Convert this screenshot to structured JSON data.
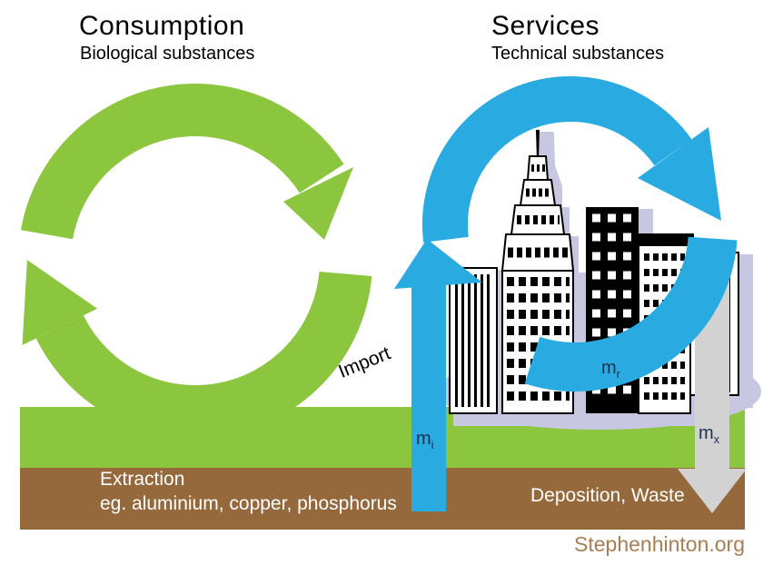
{
  "diagram": {
    "left": {
      "title": "Consumption",
      "subtitle": "Biological substances"
    },
    "right": {
      "title": "Services",
      "subtitle": "Technical substances"
    },
    "ground": {
      "extraction_title": "Extraction",
      "extraction_detail": "eg. aluminium, copper, phosphorus",
      "deposition": "Deposition, Waste"
    },
    "flows": {
      "import": {
        "label": "Import",
        "symbol": "m",
        "sub": "i"
      },
      "recycling": {
        "symbol": "m",
        "sub": "r"
      },
      "export": {
        "symbol": "m",
        "sub": "x"
      }
    },
    "attribution": "Stephenhinton.org"
  },
  "icons": {
    "green_cycle": "biological-cycle-circular-arrows",
    "blue_cycle": "technical-cycle-circular-arrows",
    "city": "city-skyline-illustration",
    "import_arrow": "upward-import-arrow",
    "export_arrow": "downward-waste-arrow"
  },
  "colors": {
    "green": "#8CC63E",
    "blue": "#29ABE2",
    "brown": "#96693C",
    "gray": "#D2D2D2",
    "lavender": "#C7C7E2",
    "navy": "#1B3350",
    "tan": "#A87E52",
    "white_text": "#FFFFFF",
    "black_text": "#000000"
  }
}
